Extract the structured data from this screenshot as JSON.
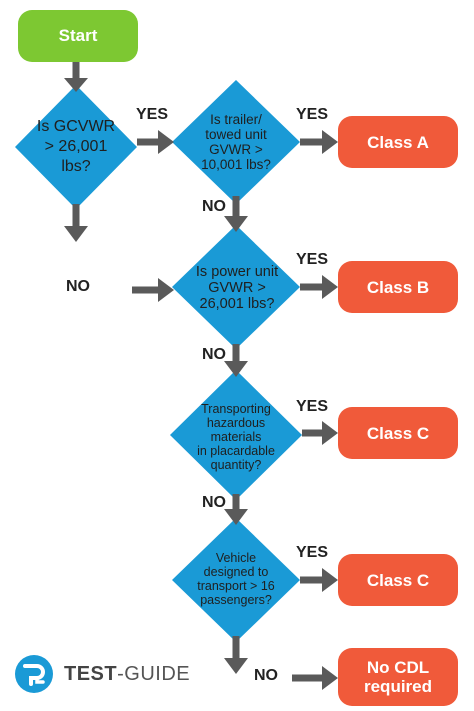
{
  "start": {
    "label": "Start"
  },
  "questions": {
    "q1": {
      "lines": [
        "Is GCVWR",
        "> 26,001",
        "lbs?"
      ]
    },
    "q2": {
      "lines": [
        "Is trailer/",
        "towed unit",
        "GVWR >",
        "10,001 lbs?"
      ]
    },
    "q3": {
      "lines": [
        "Is power unit",
        "GVWR >",
        "26,001 lbs?"
      ]
    },
    "q4": {
      "lines": [
        "Transporting",
        "hazardous materials",
        "in placardable",
        "quantity?"
      ]
    },
    "q5": {
      "lines": [
        "Vehicle",
        "designed to",
        "transport > 16",
        "passengers?"
      ]
    }
  },
  "results": {
    "r1": {
      "lines": [
        "Class A"
      ]
    },
    "r2": {
      "lines": [
        "Class B"
      ]
    },
    "r3": {
      "lines": [
        "Class C"
      ]
    },
    "r4": {
      "lines": [
        "Class C"
      ]
    },
    "r5": {
      "lines": [
        "No CDL",
        "required"
      ]
    }
  },
  "labels": {
    "yes1": "YES",
    "yes2": "YES",
    "yes3": "YES",
    "yes4": "YES",
    "yes5": "YES",
    "no1": "NO",
    "no2": "NO",
    "no3": "NO",
    "no4": "NO",
    "no5": "NO"
  },
  "brand": {
    "name_part1": "TEST",
    "name_part2": "-GUIDE"
  },
  "colors": {
    "start": "#7dc832",
    "decision": "#1a9ad6",
    "result": "#f05a3a",
    "arrow": "#5a5a5a"
  }
}
